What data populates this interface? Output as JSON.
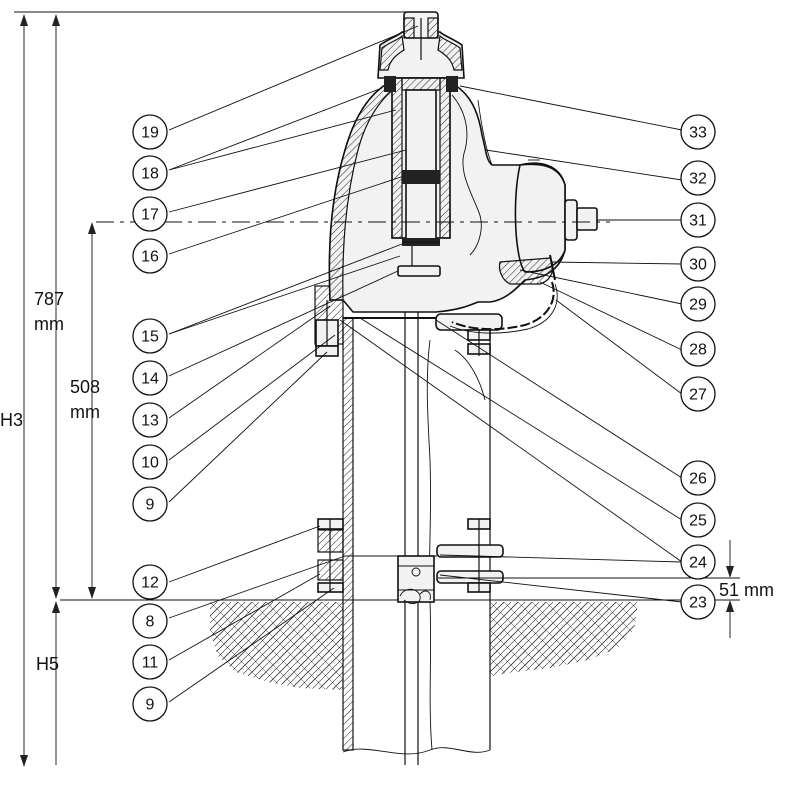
{
  "dimensions": {
    "h3_label": "H3",
    "h5_label": "H5",
    "height_787_value": "787",
    "height_787_unit": "mm",
    "height_508_value": "508",
    "height_508_unit": "mm",
    "depth_51": "51 mm"
  },
  "part_numbers": {
    "left": [
      "19",
      "18",
      "17",
      "16",
      "15",
      "14",
      "13",
      "10",
      "9",
      "12",
      "8",
      "11",
      "9"
    ],
    "right": [
      "33",
      "32",
      "31",
      "30",
      "29",
      "28",
      "27",
      "26",
      "25",
      "24",
      "23"
    ]
  }
}
